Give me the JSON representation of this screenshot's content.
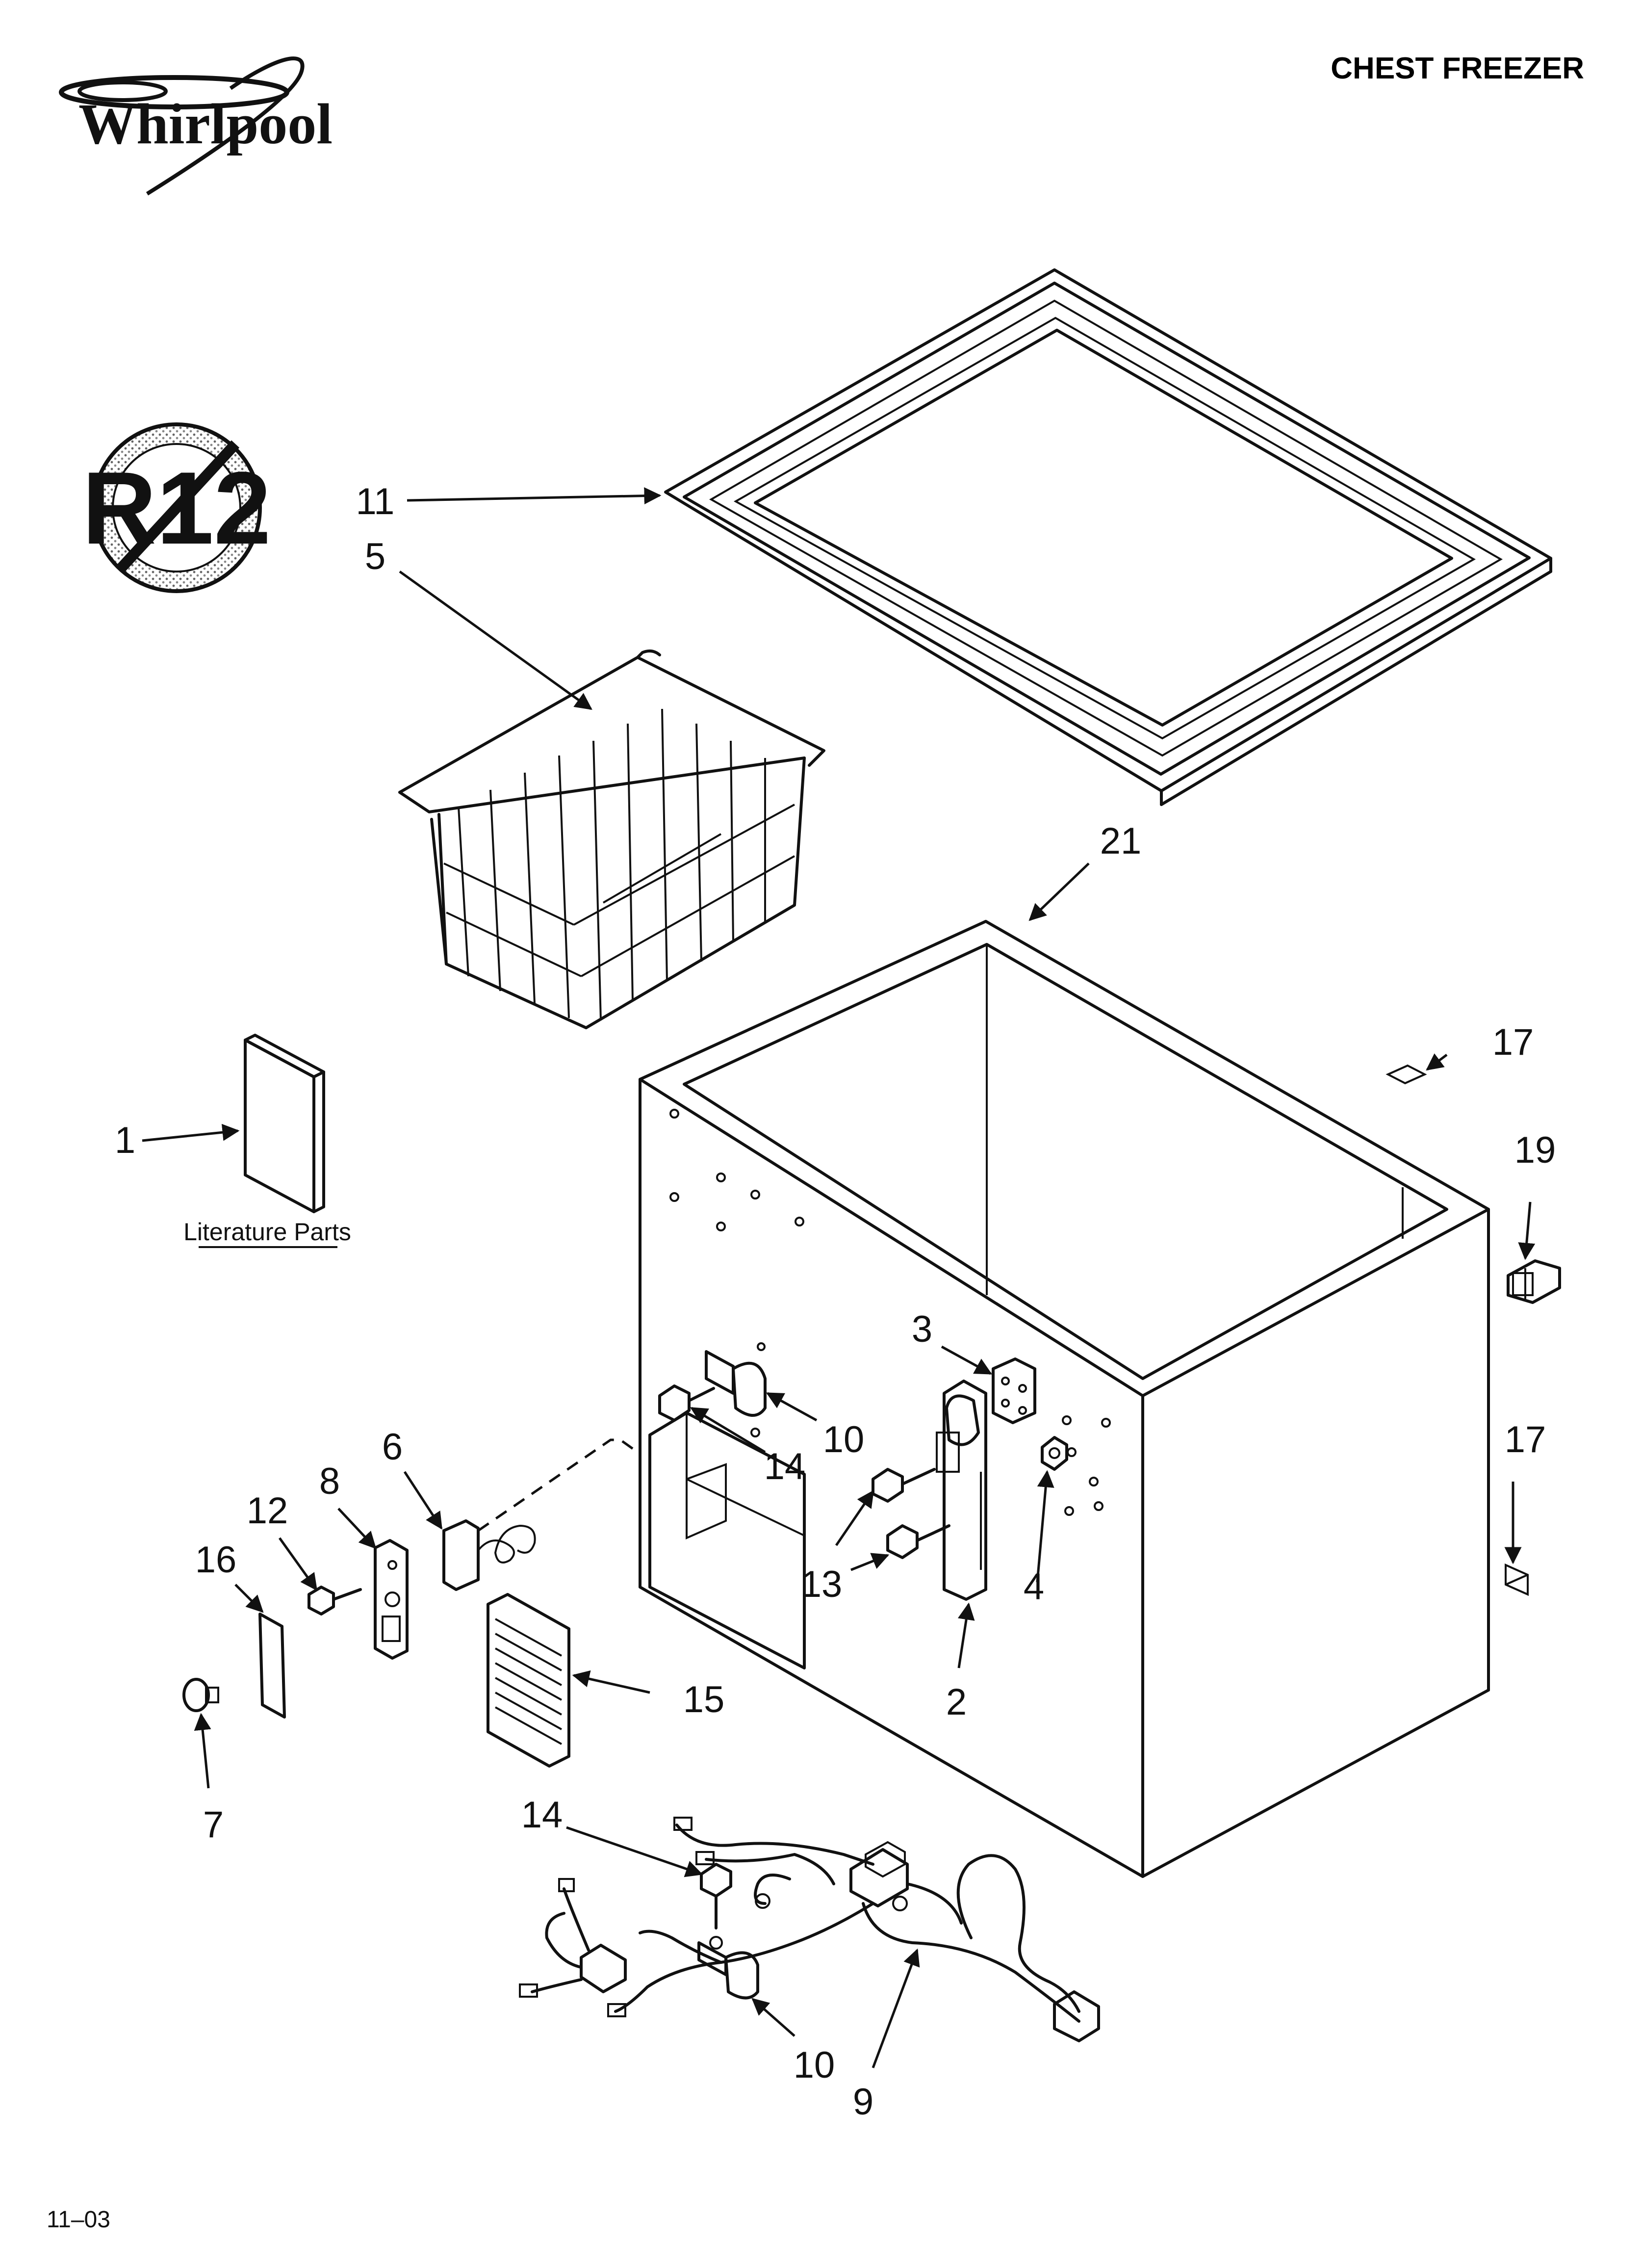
{
  "header": {
    "brand": "Whirlpool",
    "title": "CHEST FREEZER"
  },
  "badge": {
    "label": "R12"
  },
  "literature": {
    "label": "Literature Parts"
  },
  "callouts": [
    {
      "id": "lid",
      "label": "11"
    },
    {
      "id": "basket",
      "label": "5"
    },
    {
      "id": "cabinet",
      "label": "21"
    },
    {
      "id": "literature",
      "label": "1"
    },
    {
      "id": "top-label",
      "label": "17"
    },
    {
      "id": "drain-plug",
      "label": "19"
    },
    {
      "id": "hinge-bracket",
      "label": "3"
    },
    {
      "id": "clamp-upper",
      "label": "10"
    },
    {
      "id": "screw-upper",
      "label": "14"
    },
    {
      "id": "side-label",
      "label": "17"
    },
    {
      "id": "thermostat",
      "label": "6"
    },
    {
      "id": "control-plate",
      "label": "8"
    },
    {
      "id": "screw-plate",
      "label": "12"
    },
    {
      "id": "strip",
      "label": "16"
    },
    {
      "id": "hinge-screws",
      "label": "13"
    },
    {
      "id": "hinge-bushing",
      "label": "4"
    },
    {
      "id": "hinge",
      "label": "2"
    },
    {
      "id": "grille",
      "label": "15"
    },
    {
      "id": "knob",
      "label": "7"
    },
    {
      "id": "screw-lower",
      "label": "14"
    },
    {
      "id": "clamp-lower",
      "label": "10"
    },
    {
      "id": "harness",
      "label": "9"
    }
  ],
  "footer": {
    "code": "11–03"
  }
}
